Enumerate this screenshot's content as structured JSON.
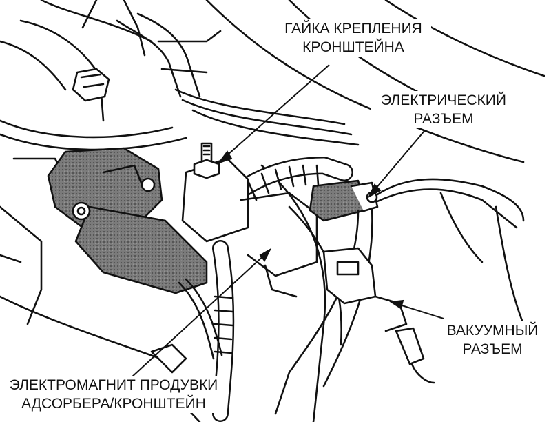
{
  "callouts": {
    "bracket_nut": {
      "line1": "ГАЙКА КРЕПЛЕНИЯ",
      "line2": "КРОНШТЕЙНА"
    },
    "electrical_connector": {
      "line1": "ЭЛЕКТРИЧЕСКИЙ",
      "line2": "РАЗЪЕМ"
    },
    "vacuum_connector": {
      "line1": "ВАКУУМНЫЙ",
      "line2": "РАЗЪЕМ"
    },
    "purge_solenoid": {
      "line1": "ЭЛЕКТРОМАГНИТ ПРОДУВКИ",
      "line2": "АДСОРБЕРА/КРОНШТЕЙН"
    }
  },
  "colors": {
    "ink": "#111111",
    "shade": "#6d6d6d",
    "paper": "#ffffff"
  }
}
